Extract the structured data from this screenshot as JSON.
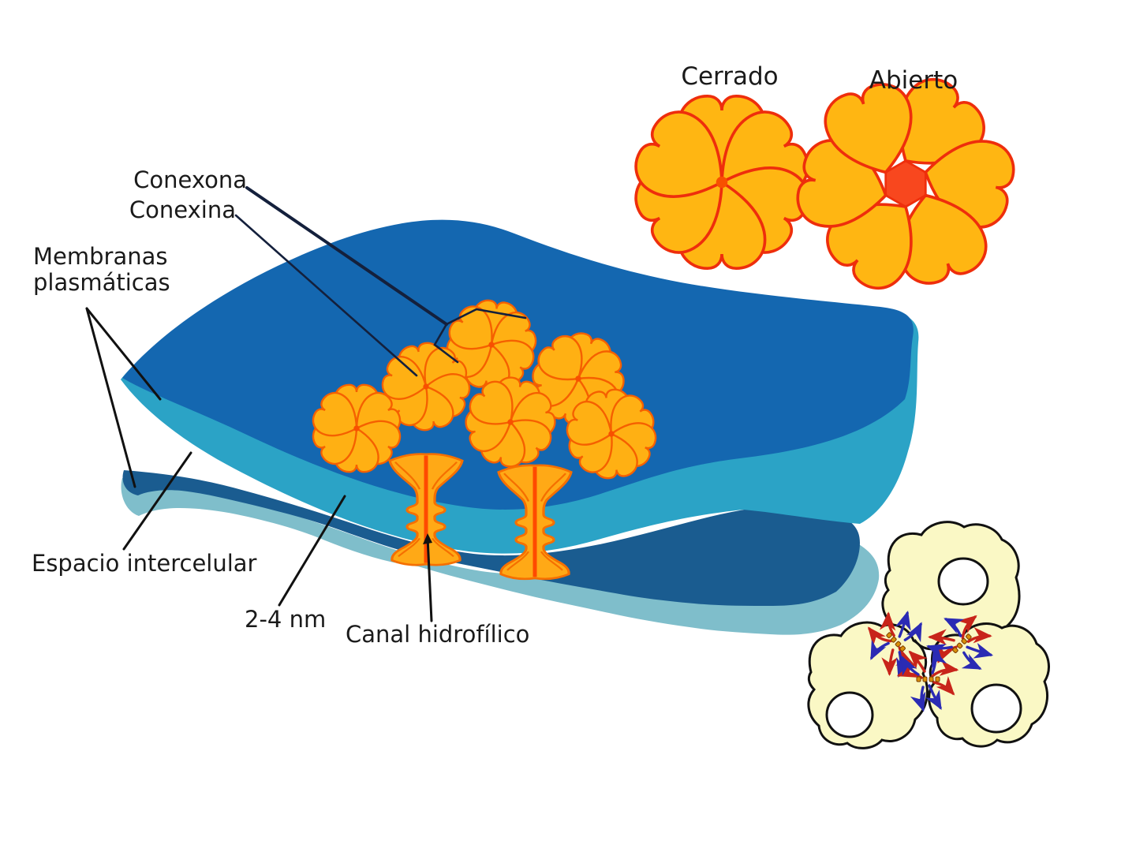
{
  "diagram": {
    "subject": "Union gap / gap junction membrane diagram",
    "labels": {
      "conexona": "Conexona",
      "conexina": "Conexina",
      "membranas_line1": "Membranas",
      "membranas_line2": "plasmáticas",
      "espacio": "Espacio intercelular",
      "gap_width": "2-4 nm",
      "canal": "Canal hidrofílico"
    },
    "states": {
      "closed": "Cerrado",
      "open": "Abierto"
    },
    "colors": {
      "upper_membrane_surface": "#1467b0",
      "upper_membrane_edge": "#2ba3c6",
      "lower_membrane_surface": "#1a5c90",
      "lower_membrane_edge": "#7fbecb",
      "connexon_fill": "#ffb013",
      "connexon_outline": "#f56000",
      "state_flower_fill": "#ffb612",
      "state_flower_outline": "#ee2e0c",
      "open_pore": "#f8471e",
      "channel_core": "#ff4a00",
      "cell_fill": "#faf8c5",
      "flow_arrow_red": "#c8241a",
      "flow_arrow_blue": "#2b2bb4"
    },
    "counts": {
      "connexons_on_membrane": 6,
      "channels_through_membranes": 2,
      "cells": 3,
      "gap_junction_sites": 3
    }
  }
}
